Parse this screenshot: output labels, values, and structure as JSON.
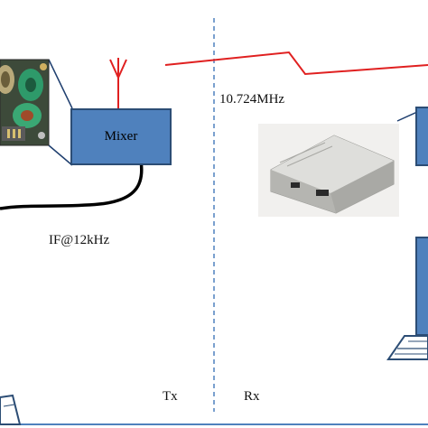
{
  "labels": {
    "mixer": "Mixer",
    "rx_frequency": "10.724MHz",
    "if_frequency": "IF@12kHz",
    "tx": "Tx",
    "rx": "Rx"
  },
  "colors": {
    "block_fill": "#4f81bd",
    "block_border": "#2c4d75",
    "divider": "#4f81bd",
    "rf_link": "#e02020",
    "cable": "#000000",
    "antenna": "#e02020"
  },
  "icons": {
    "antenna": "antenna-icon",
    "rx_device": "receiver-device-photo",
    "tx_board": "circuit-board-photo",
    "laptop": "laptop-icon"
  }
}
